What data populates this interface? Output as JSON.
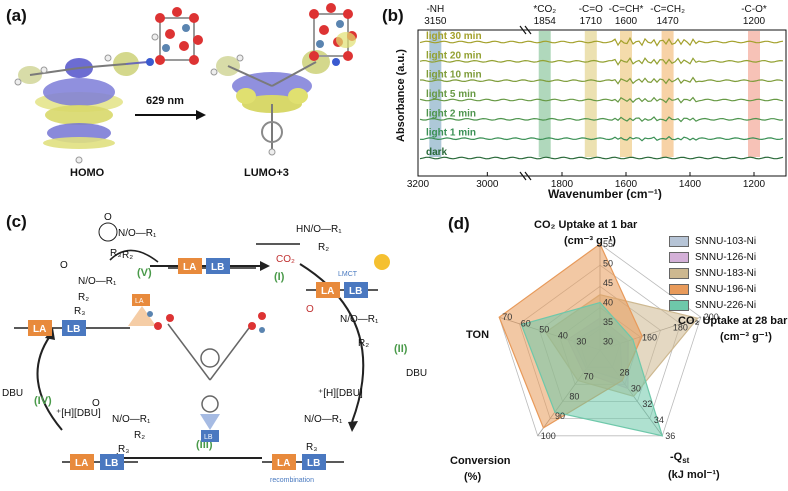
{
  "panel_a": {
    "label": "(a)",
    "left_title": "HOMO",
    "right_title": "LUMO+3",
    "arrow_label": "629 nm"
  },
  "panel_b": {
    "label": "(b)",
    "ylabel": "Absorbance (a.u.)",
    "xlabel": "Wavenumber (cm⁻¹)",
    "xticks": [
      "3200",
      "3000",
      "1800",
      "1600",
      "1400",
      "1200"
    ],
    "bands": [
      {
        "name": "-NH",
        "wn": "3150",
        "color": "#8ab0c8"
      },
      {
        "name": "*CO₂",
        "wn": "1854",
        "color": "#8ec8a0"
      },
      {
        "name": "-C=O",
        "wn": "1710",
        "color": "#e4d490"
      },
      {
        "name": "-C=CH*",
        "wn": "1600",
        "color": "#f0cc88"
      },
      {
        "name": "-C=CH₂",
        "wn": "1470",
        "color": "#f3bf80"
      },
      {
        "name": "-C-O*",
        "wn": "1200",
        "color": "#f4a898"
      }
    ],
    "traces": [
      {
        "label": "light 30 min",
        "color": "#a4a12c"
      },
      {
        "label": "light 20 min",
        "color": "#93a132"
      },
      {
        "label": "light 10 min",
        "color": "#7e9c3a"
      },
      {
        "label": "light 5 min",
        "color": "#679944"
      },
      {
        "label": "light 2 min",
        "color": "#4e954e"
      },
      {
        "label": "light 1 min",
        "color": "#3a9055"
      },
      {
        "label": "dark",
        "color": "#2a6a3a"
      }
    ]
  },
  "panel_c": {
    "label": "(c)",
    "la": "LA",
    "lb": "LB",
    "steps": [
      "(I)",
      "(II)",
      "(III)",
      "(IV)",
      "(V)"
    ],
    "co2": "CO₂",
    "dbu": "DBU",
    "dbu_h": "⁺[H][DBU]",
    "dbu_left": "DBU",
    "dbu_h_left": "⁺[H][DBU]",
    "lmct": "LMCT",
    "recombination": "recombination",
    "reagent": "HN/O—R₁",
    "product_r": "N/O—R₁",
    "r2": "R₂",
    "r3": "R₃",
    "o": "O"
  },
  "panel_d": {
    "label": "(d)",
    "axes": {
      "co2_1bar": [
        "CO₂ Uptake at 1 bar",
        "(cm⁻³ g⁻¹)"
      ],
      "co2_28bar": [
        "CO₂ Uptake at 28 bar",
        "(cm⁻³ g⁻¹)"
      ],
      "qst": [
        "-Q",
        "st",
        "(kJ mol⁻¹)"
      ],
      "conversion": [
        "Conversion",
        "(%)"
      ],
      "ton": [
        "TON"
      ]
    },
    "ticks": {
      "co2_1bar": [
        "55",
        "50",
        "45",
        "40",
        "35",
        "30"
      ],
      "co2_28bar": [
        "200",
        "180",
        "160"
      ],
      "qst": [
        "36",
        "34",
        "32",
        "30",
        "28"
      ],
      "conversion": [
        "100",
        "90",
        "80",
        "70"
      ],
      "ton": [
        "70",
        "60",
        "50",
        "40",
        "30"
      ]
    }
  },
  "chart_data": {
    "type": "radar",
    "axes": [
      "CO₂ Uptake at 1 bar",
      "CO₂ Uptake at 28 bar",
      "-Qst",
      "Conversion",
      "TON"
    ],
    "ranges": [
      [
        30,
        55
      ],
      [
        140,
        200
      ],
      [
        26,
        36
      ],
      [
        60,
        100
      ],
      [
        20,
        70
      ]
    ],
    "series": [
      {
        "name": "SNNU-103-Ni",
        "color": "#b6c4d6",
        "values": [
          34,
          148,
          29,
          66,
          30
        ]
      },
      {
        "name": "SNNU-126-Ni",
        "color": "#d4b0d8",
        "values": [
          36,
          153,
          30,
          68,
          33
        ]
      },
      {
        "name": "SNNU-183-Ni",
        "color": "#cdb890",
        "values": [
          42,
          198,
          31,
          72,
          45
        ]
      },
      {
        "name": "SNNU-196-Ni",
        "color": "#e89a5a",
        "values": [
          55,
          162,
          29,
          96,
          70
        ]
      },
      {
        "name": "SNNU-226-Ni",
        "color": "#6ec8aa",
        "values": [
          40,
          156,
          36,
          88,
          58
        ]
      }
    ]
  }
}
